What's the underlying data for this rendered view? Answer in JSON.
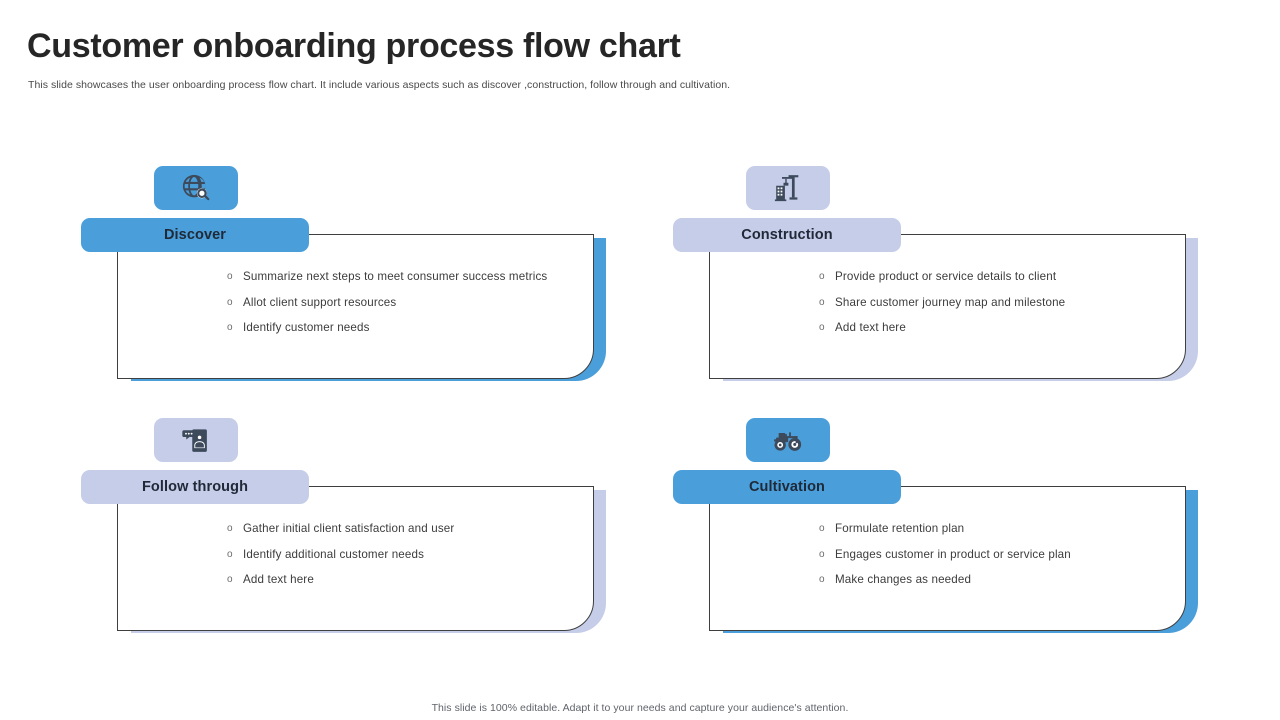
{
  "slide": {
    "title": "Customer onboarding process flow chart",
    "subtitle": "This slide showcases the user onboarding process flow chart. It include various aspects such as discover ,construction, follow through and cultivation.",
    "footer": "This slide is 100% editable. Adapt it to your needs and capture your audience's attention."
  },
  "colors": {
    "blue_accent": "#4A9FDB",
    "lavender_accent": "#C5CDE8",
    "icon_glyph": "#3D4A5C",
    "card_border": "#3F3F3F",
    "title_text": "#262626",
    "body_text": "#3C3C3C",
    "bullet_mark": "#6B6B6B"
  },
  "bullet_marker": "o",
  "cards": [
    {
      "title": "Discover",
      "icon": "globe-search-icon",
      "accent": "#4A9FDB",
      "shadow": "#4A9FDB",
      "bullets": [
        "Summarize next steps to meet consumer success metrics",
        "Allot client support resources",
        "Identify customer needs"
      ]
    },
    {
      "title": "Construction",
      "icon": "construction-crane-icon",
      "accent": "#C5CDE8",
      "shadow": "#C5CDE8",
      "bullets": [
        "Provide  product or service  details to client",
        "Share  customer journey  map and milestone",
        "Add text here"
      ]
    },
    {
      "title": "Follow through",
      "icon": "customer-feedback-icon",
      "accent": "#C5CDE8",
      "shadow": "#C5CDE8",
      "bullets": [
        "Gather initial client satisfaction and user",
        "Identify additional  customer needs",
        "Add text here"
      ]
    },
    {
      "title": "Cultivation",
      "icon": "tractor-icon",
      "accent": "#4A9FDB",
      "shadow": "#4A9FDB",
      "bullets": [
        "Formulate retention  plan",
        "Engages customer in product  or service  plan",
        "Make changes as needed"
      ]
    }
  ]
}
